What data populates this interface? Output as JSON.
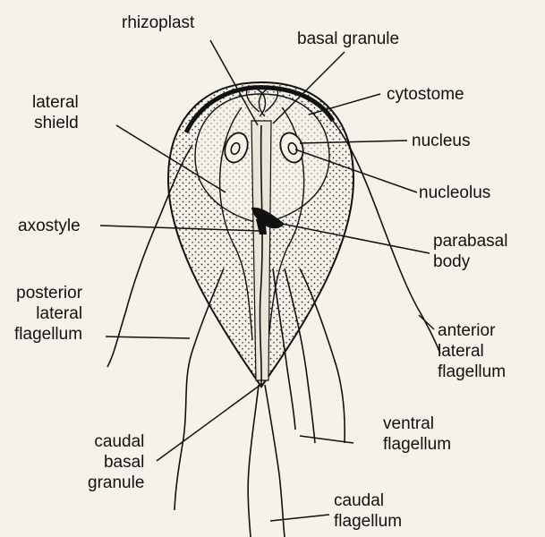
{
  "labels": {
    "rhizoplast": "rhizoplast",
    "basal_granule": "basal  granule",
    "lateral_shield": [
      "lateral",
      "shield"
    ],
    "cytostome": "cytostome",
    "nucleus": "nucleus",
    "nucleolus": "nucleolus",
    "axostyle": "axostyle",
    "parabasal_body": [
      "parabasal",
      "body"
    ],
    "posterior_lateral_flagellum": [
      "posterior",
      "lateral",
      "flagellum"
    ],
    "anterior_lateral_flagellum": [
      "anterior",
      "lateral",
      "flagellum"
    ],
    "caudal_basal_granule": [
      "caudal",
      "basal",
      "granule"
    ],
    "ventral_flagellum": [
      "ventral",
      "flagellum"
    ],
    "caudal_flagellum": [
      "caudal",
      "flagellum"
    ]
  },
  "colors": {
    "background": "#f5f2ea",
    "ink": "#111111"
  }
}
